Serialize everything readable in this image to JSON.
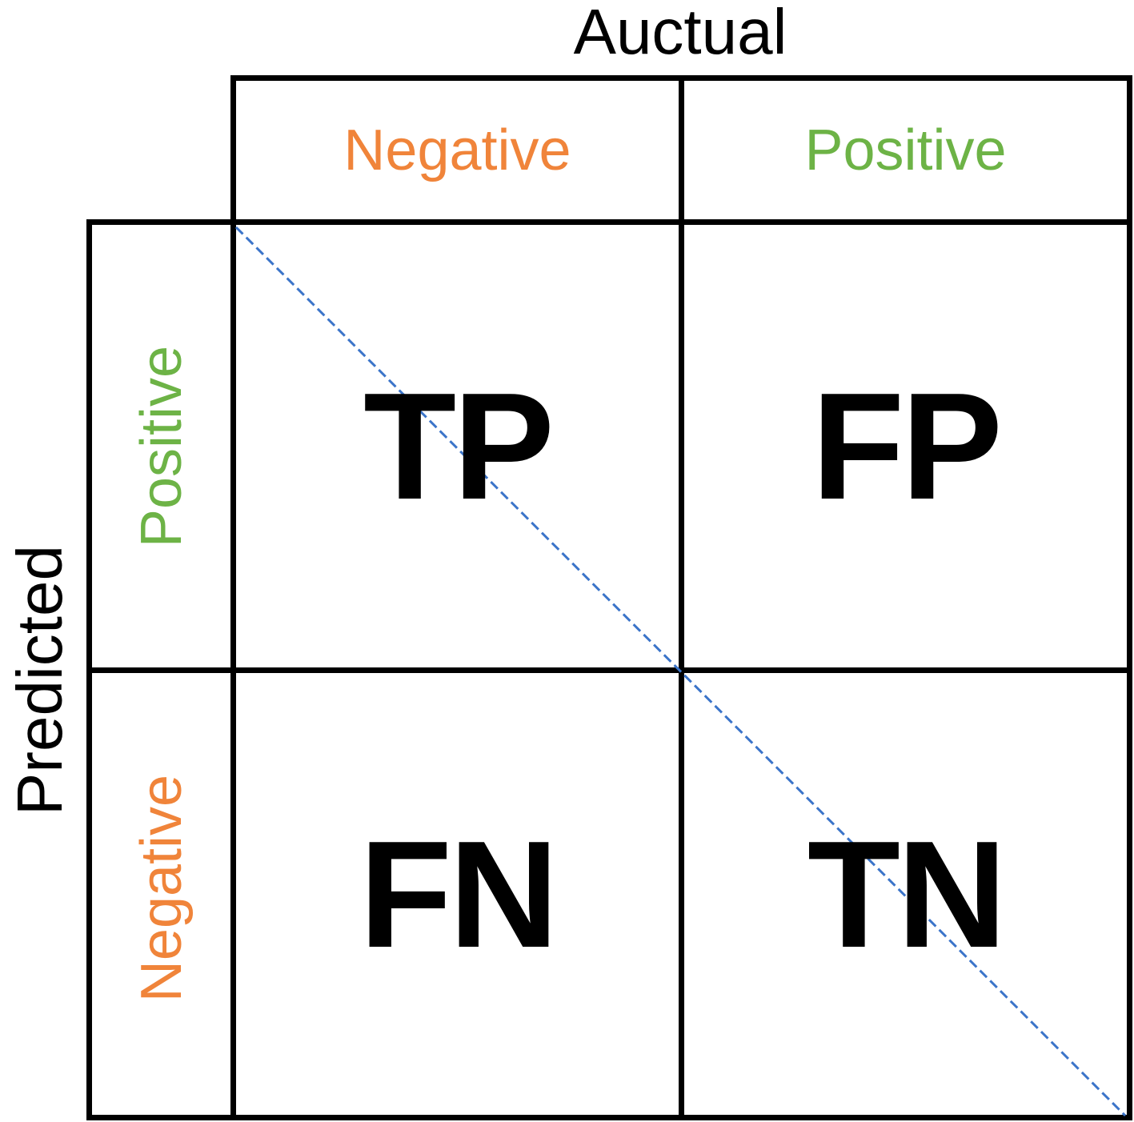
{
  "actual_title": "Auctual",
  "predicted_title": "Predicted",
  "actual_classes": {
    "negative": "Negative",
    "positive": "Positive"
  },
  "predicted_classes": {
    "positive": "Positive",
    "negative": "Negative"
  },
  "cells": {
    "top_left": "TP",
    "top_right": "FP",
    "bottom_left": "FN",
    "bottom_right": "TN"
  },
  "colors": {
    "negative": "#F0843A",
    "positive": "#6DB346",
    "diagonal": "#3B74C9",
    "lines": "#000000"
  }
}
